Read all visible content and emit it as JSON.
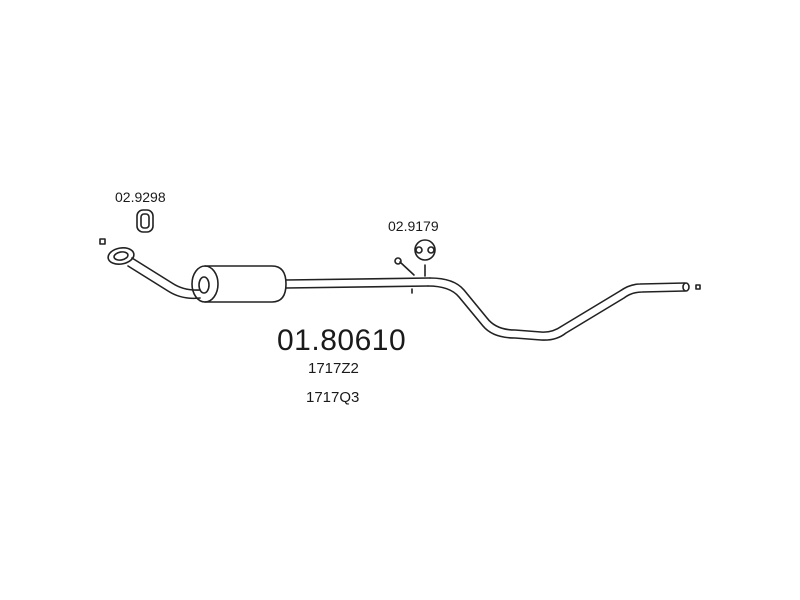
{
  "parts": {
    "clamp_ring_code": "02.9298",
    "rubber_hanger_code": "02.9179"
  },
  "main_part": {
    "code": "01.80610",
    "oe_refs": [
      "1717Z2",
      "1717Q3"
    ]
  }
}
